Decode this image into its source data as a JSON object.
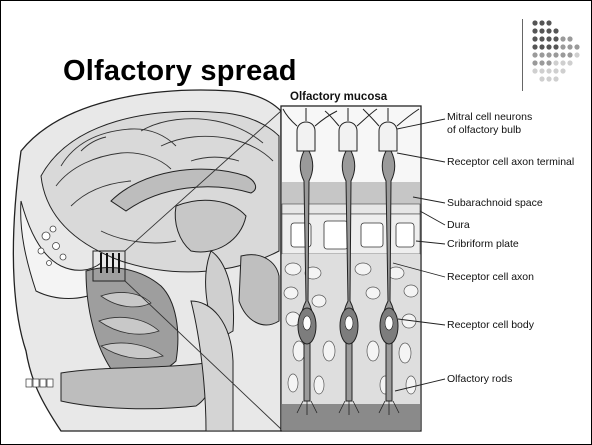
{
  "slide": {
    "title": "Olfactory spread"
  },
  "diagram": {
    "inset_title": "Olfactory mucosa",
    "labels": {
      "mitral_1": "Mitral cell neurons",
      "mitral_2": "of olfactory bulb",
      "axon_terminal": "Receptor cell axon terminal",
      "subarachnoid": "Subarachnoid space",
      "dura": "Dura",
      "cribriform": "Cribriform plate",
      "axon": "Receptor cell axon",
      "body": "Receptor cell body",
      "rods": "Olfactory rods"
    }
  },
  "colors": {
    "dot_dark": "#555555",
    "dot_mid": "#9a9a9a",
    "dot_light": "#cfcfcf"
  }
}
